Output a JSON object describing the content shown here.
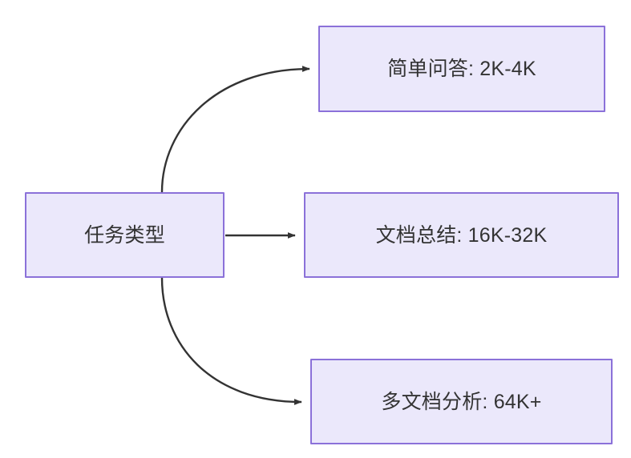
{
  "diagram": {
    "type": "flowchart",
    "direction": "left-to-right",
    "theme": {
      "node_fill": "#ebe8fb",
      "node_border": "#8b71d9",
      "text_color": "#333333",
      "edge_color": "#333333",
      "background": "#ffffff"
    },
    "nodes": [
      {
        "id": "root",
        "label": "任务类型"
      },
      {
        "id": "simple",
        "label": "简单问答: 2K-4K"
      },
      {
        "id": "doc",
        "label": "文档总结: 16K-32K"
      },
      {
        "id": "multi",
        "label": "多文档分析: 64K+"
      }
    ],
    "edges": [
      {
        "id": "edge-root-simple",
        "from": "任务类型",
        "to": "简单问答: 2K-4K",
        "label": "",
        "style": "curved-arrow"
      },
      {
        "id": "edge-root-doc",
        "from": "任务类型",
        "to": "文档总结: 16K-32K",
        "label": "",
        "style": "straight-arrow"
      },
      {
        "id": "edge-root-multi",
        "from": "任务类型",
        "to": "多文档分析: 64K+",
        "label": "",
        "style": "curved-arrow"
      }
    ]
  }
}
